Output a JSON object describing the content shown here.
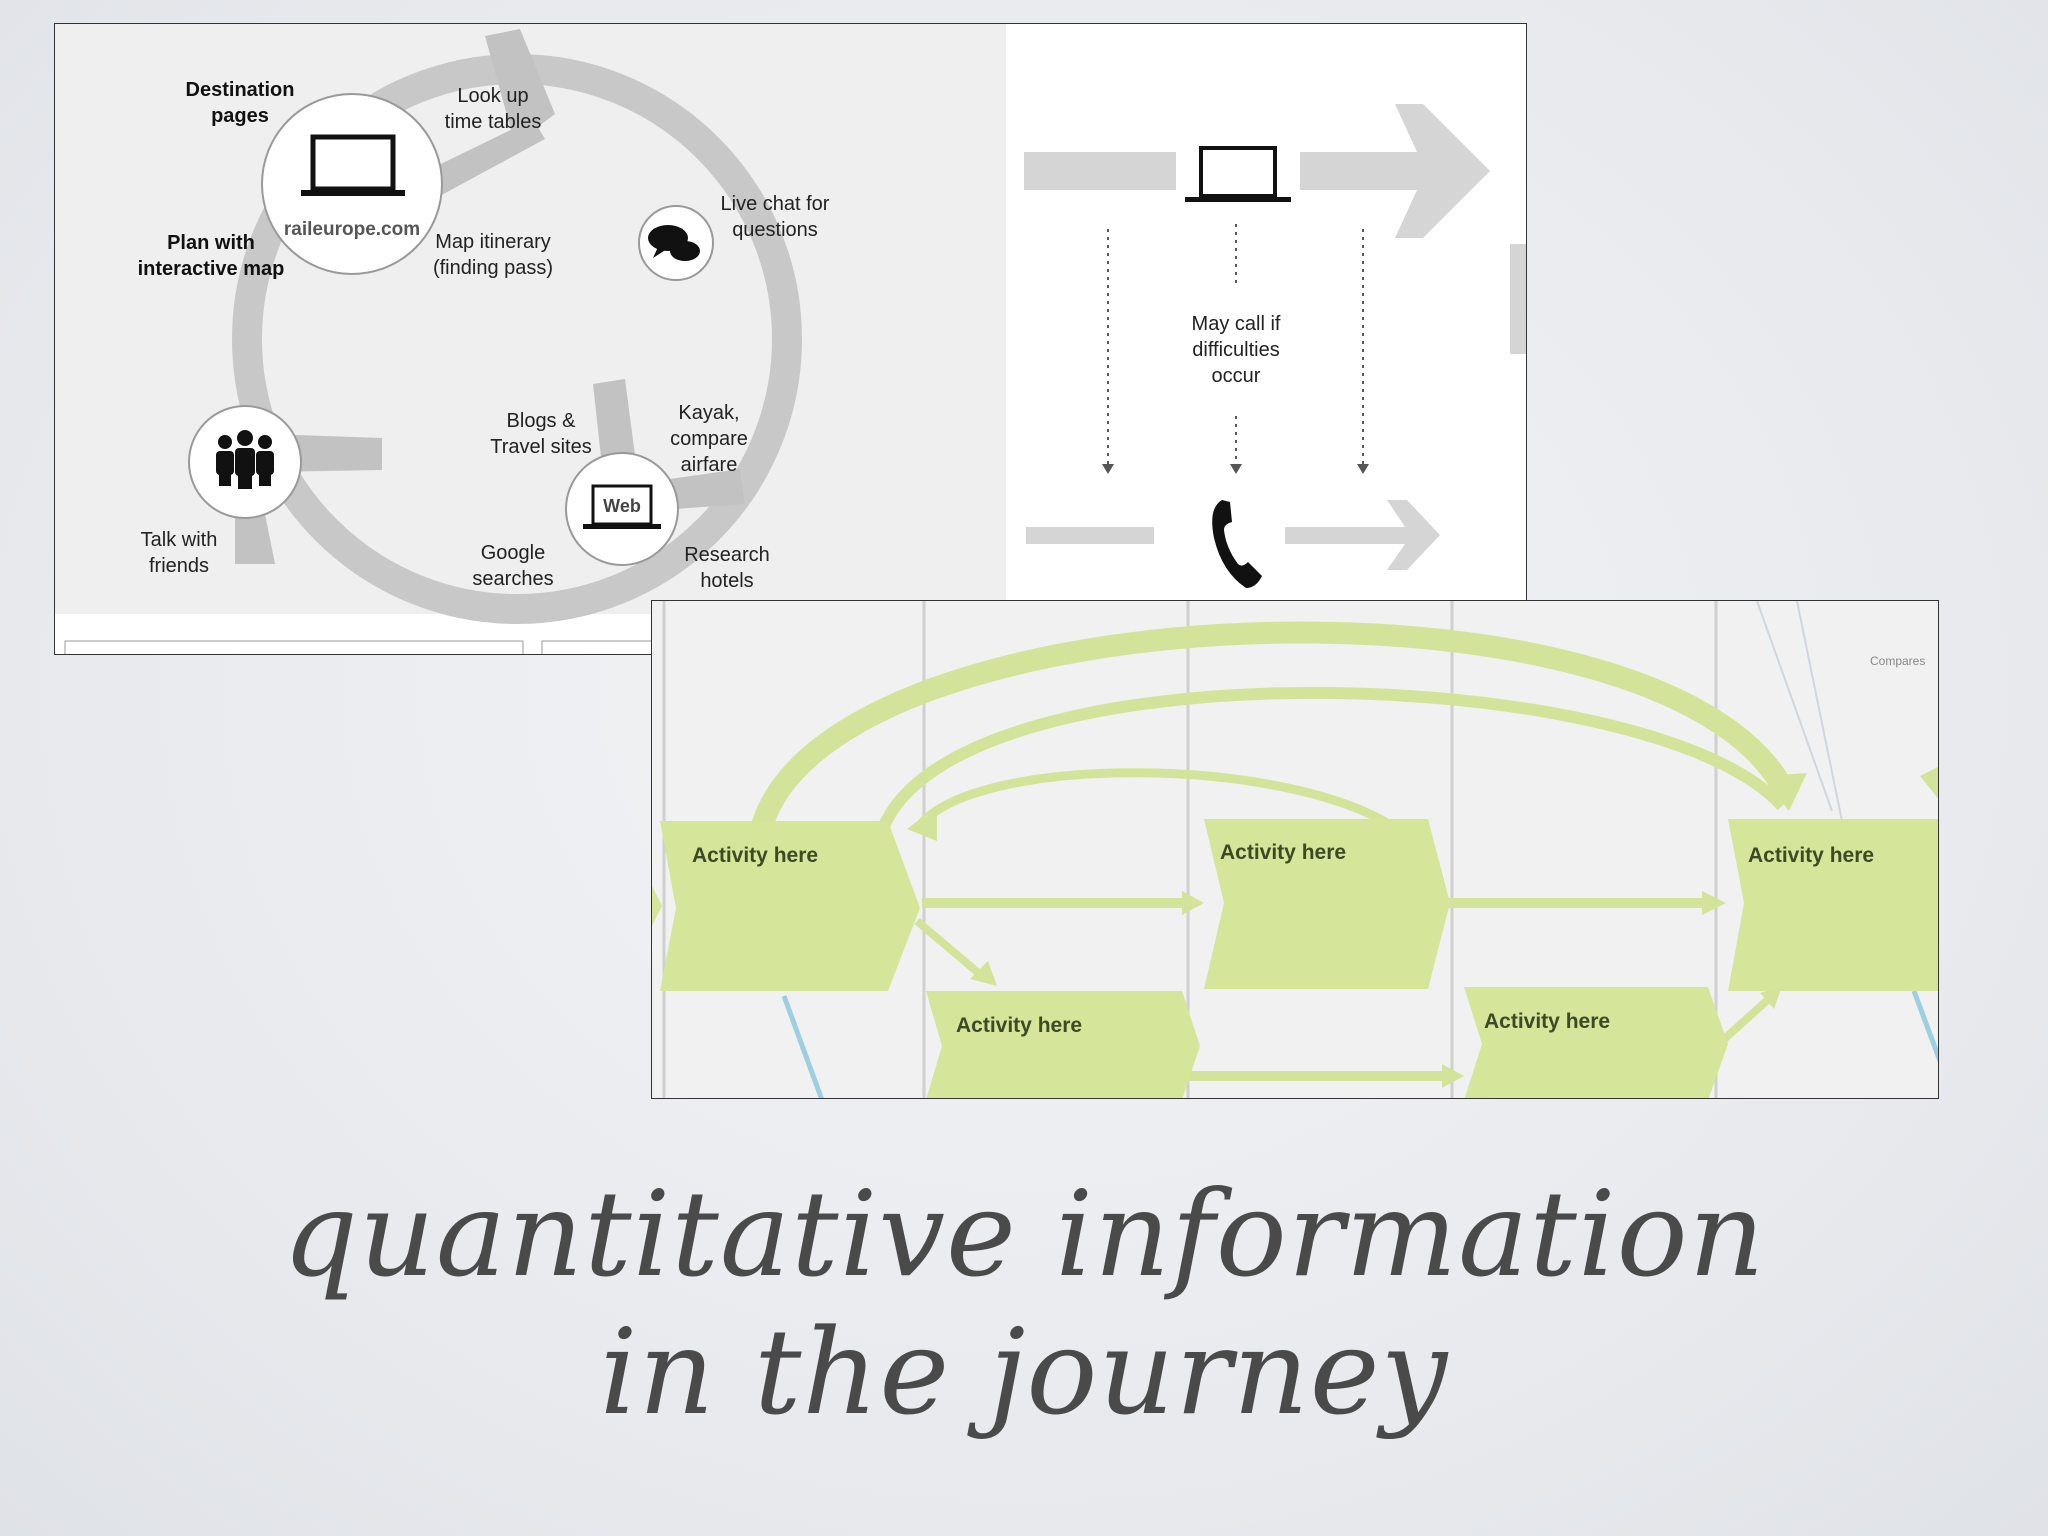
{
  "headline": {
    "line1": "quantitative information",
    "line2": "in the journey"
  },
  "cycle_diagram": {
    "hub_label": "raileurope.com",
    "labels": {
      "destination": "Destination\npages",
      "lookup": "Look up\ntime tables",
      "live_chat": "Live chat for\nquestions",
      "plan": "Plan with\ninteractive map",
      "map_itinerary": "Map itinerary\n(finding pass)",
      "blogs": "Blogs &\nTravel sites",
      "kayak": "Kayak,\ncompare\nairfare",
      "talk": "Talk with\nfriends",
      "google": "Google\nsearches",
      "research": "Research\nhotels",
      "web_badge": "Web"
    },
    "channel_note": "May call if\ndifficulties\noccur"
  },
  "activity_map": {
    "activities": [
      "Activity here",
      "Activity here",
      "Activity here",
      "Activity here",
      "Activity here"
    ],
    "corner_label": "Compares"
  },
  "colors": {
    "activity_fill": "#d5e59a",
    "arrow": "#d3e49a",
    "gray_ring": "#c8c8c8",
    "text_dark": "#4a4a4a"
  }
}
